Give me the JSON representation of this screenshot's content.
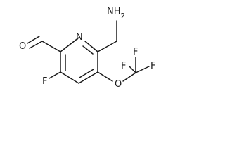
{
  "molecule": {
    "atoms": {
      "amine": "NH2",
      "ring_nitrogen": "N",
      "aldehyde_oxygen": "O",
      "fluoro": "F",
      "ether_oxygen": "O",
      "cf3_fluorine_top": "F",
      "cf3_fluorine_left": "F",
      "cf3_fluorine_right": "F"
    }
  }
}
